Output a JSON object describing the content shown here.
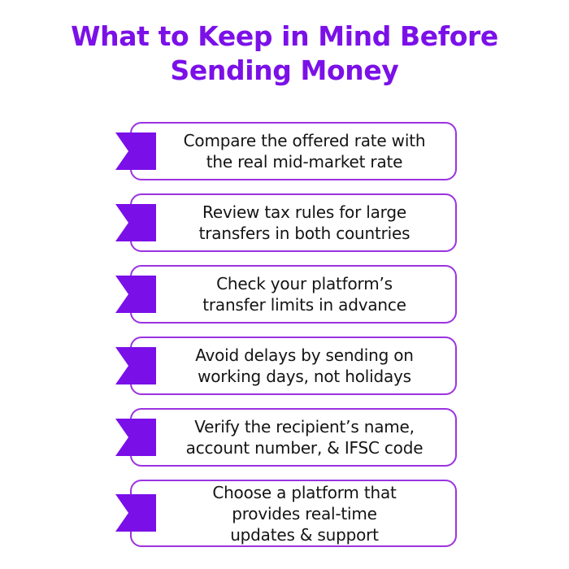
{
  "heading": {
    "line1": "What to Keep in Mind Before",
    "line2": "Sending Money",
    "color": "#7B10E8"
  },
  "theme": {
    "background": "#FFFFFF",
    "accent_purple": "#7B10E8",
    "border_purple": "#9B33E0",
    "flag_fill": "#7B0FE8",
    "text_color": "#141414"
  },
  "checklist": {
    "marker_icon": "flag-ribbon-icon",
    "items": [
      {
        "index": 1,
        "lines": [
          "Compare the offered rate with",
          "the real mid-market rate"
        ]
      },
      {
        "index": 2,
        "lines": [
          "Review tax rules for large",
          "transfers in both countries"
        ]
      },
      {
        "index": 3,
        "lines": [
          "Check your platform’s",
          "transfer limits in advance"
        ]
      },
      {
        "index": 4,
        "lines": [
          "Avoid delays by sending on",
          "working days, not holidays"
        ]
      },
      {
        "index": 5,
        "lines": [
          "Verify the recipient’s name,",
          "account number, & IFSC code"
        ]
      },
      {
        "index": 6,
        "lines": [
          "Choose a platform that",
          "provides real-time",
          "updates & support"
        ]
      }
    ]
  }
}
